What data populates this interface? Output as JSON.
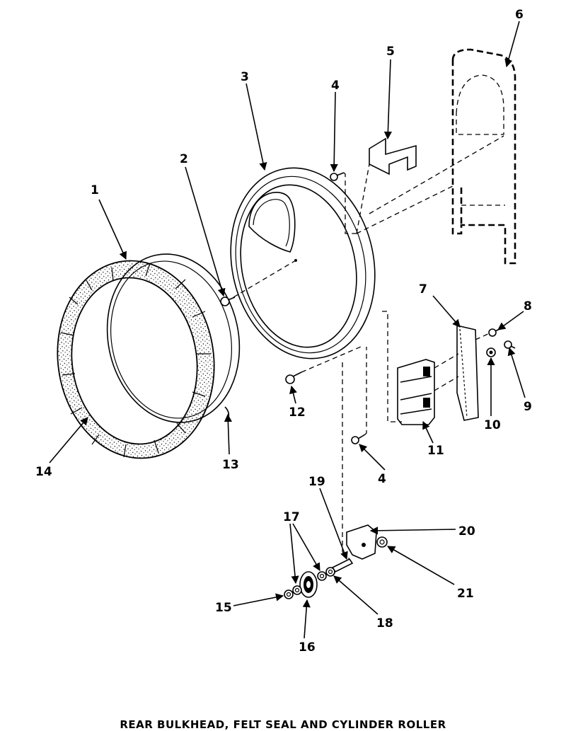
{
  "caption": "REAR BULKHEAD, FELT SEAL AND CYLINDER ROLLER",
  "callouts": {
    "c1": "1",
    "c2": "2",
    "c3": "3",
    "c4a": "4",
    "c4b": "4",
    "c5": "5",
    "c6": "6",
    "c7": "7",
    "c8": "8",
    "c9": "9",
    "c10": "10",
    "c11": "11",
    "c12": "12",
    "c13": "13",
    "c14": "14",
    "c15": "15",
    "c16": "16",
    "c17": "17",
    "c18": "18",
    "c19": "19",
    "c20": "20",
    "c21": "21"
  }
}
